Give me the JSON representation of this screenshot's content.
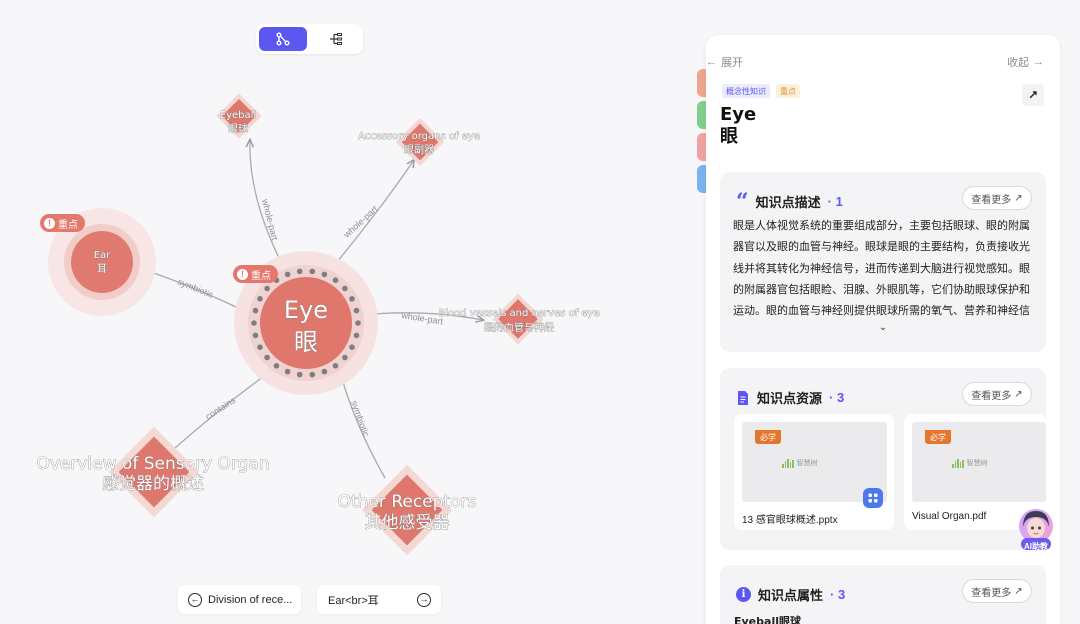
{
  "view_toggle": {
    "graph_icon": "graph-icon",
    "tree_icon": "tree-icon"
  },
  "graph": {
    "center": {
      "en": "Eye",
      "zh": "眼"
    },
    "nodes": [
      {
        "id": "eyeball",
        "en": "Eyeball",
        "zh": "眼球"
      },
      {
        "id": "accessory",
        "en": "Accessory organs of eye",
        "zh": "眼副器"
      },
      {
        "id": "ear",
        "en": "Ear",
        "zh": "耳"
      },
      {
        "id": "vessels",
        "en": "Blood vessels and nerves of eye",
        "zh": "眼的血管与神经"
      },
      {
        "id": "overview",
        "en": "Overview of Sensory Organ",
        "zh": "感觉器的概述"
      },
      {
        "id": "other",
        "en": "Other Receptors",
        "zh": "其他感受器"
      }
    ],
    "edges": [
      {
        "to": "eyeball",
        "label": "whole-part"
      },
      {
        "to": "accessory",
        "label": "whole-part"
      },
      {
        "to": "ear",
        "label": "symbiotic"
      },
      {
        "to": "vessels",
        "label": "whole-part"
      },
      {
        "to": "overview",
        "label": "contains"
      },
      {
        "to": "other",
        "label": "symbiotic"
      }
    ],
    "badge_label": "重点"
  },
  "nav": {
    "prev_label": "Division of rece...",
    "next_label": "Ear<br>耳"
  },
  "side_tabs": [
    "#f0a48e",
    "#7fd08a",
    "#f2a1a3",
    "#7ab3f0"
  ],
  "panel": {
    "expand_label": "展开",
    "collapse_label": "收起",
    "tags": [
      "概念性知识",
      "重点"
    ],
    "title_en": "Eye",
    "title_zh": "眼",
    "description": {
      "heading": "知识点描述",
      "count": "1",
      "more": "查看更多",
      "text": "眼是人体视觉系统的重要组成部分，主要包括眼球、眼的附属器官以及眼的血管与神经。眼球是眼的主要结构，负责接收光线并将其转化为神经信号，进而传递到大脑进行视觉感知。眼的附属器官包括眼睑、泪腺、外眼肌等，它们协助眼球保护和运动。眼的血管与神经则提供眼球所需的氧气、营养和神经信"
    },
    "resources": {
      "heading": "知识点资源",
      "count": "3",
      "more": "查看更多",
      "items": [
        {
          "tag": "必学",
          "name": "13 感官眼球概述.pptx",
          "logo": "智慧树"
        },
        {
          "tag": "必学",
          "name": "Visual Organ.pdf",
          "logo": "智慧树"
        }
      ]
    },
    "attributes": {
      "heading": "知识点属性",
      "count": "3",
      "more": "查看更多",
      "first_item": "Eyeball眼球"
    }
  },
  "ai_assistant": {
    "label": "AI助教"
  },
  "colors": {
    "accent": "#5b57f0",
    "node": "#e4786d",
    "node_light": "#f2c9c4",
    "halo": "#f6e3e2"
  }
}
